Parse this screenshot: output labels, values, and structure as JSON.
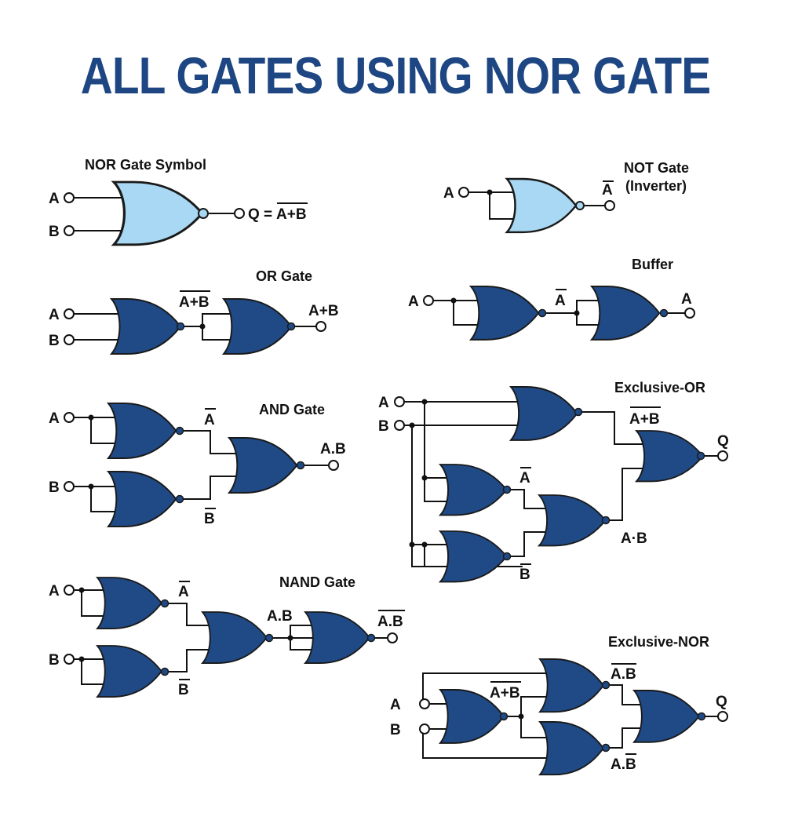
{
  "title": "ALL GATES USING NOR GATE",
  "colors": {
    "title": "#1d4682",
    "gate_fill": "#1f4a86",
    "symbol_fill": "#a8d8f3",
    "wire": "#111111"
  },
  "sections": {
    "nor_symbol": {
      "title": "NOR Gate Symbol",
      "input_a": "A",
      "input_b": "B",
      "output_prefix": "Q =",
      "output_expr": "A+B"
    },
    "not_gate": {
      "title_line1": "NOT Gate",
      "title_line2": "(Inverter)",
      "input": "A",
      "output": "A"
    },
    "or_gate": {
      "title": "OR Gate",
      "input_a": "A",
      "input_b": "B",
      "mid": "A+B",
      "output": "A+B"
    },
    "buffer": {
      "title": "Buffer",
      "input": "A",
      "mid": "A",
      "output": "A"
    },
    "and_gate": {
      "title": "AND Gate",
      "input_a": "A",
      "input_b": "B",
      "mid_a": "A",
      "mid_b": "B",
      "output": "A.B"
    },
    "xor": {
      "title": "Exclusive-OR",
      "input_a": "A",
      "input_b": "B",
      "nor_out": "A+B",
      "not_a": "A",
      "not_b": "B",
      "and_out": "A·B",
      "output": "Q"
    },
    "nand_gate": {
      "title": "NAND Gate",
      "input_a": "A",
      "input_b": "B",
      "mid_a": "A",
      "mid_b": "B",
      "and_out": "A.B",
      "output": "A.B"
    },
    "xnor": {
      "title": "Exclusive-NOR",
      "input_a": "A",
      "input_b": "B",
      "mid": "A+B",
      "top_out": "A.B",
      "bot_out": "A.B",
      "output": "Q"
    }
  }
}
